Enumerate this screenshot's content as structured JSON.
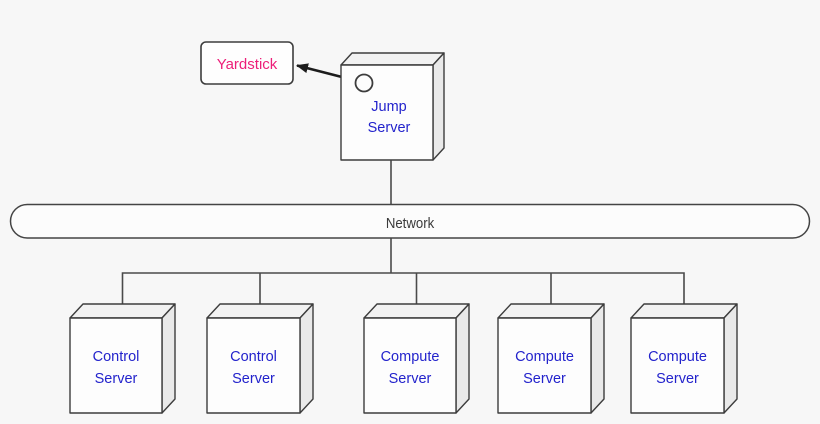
{
  "background_color": "#f7f7f7",
  "diagram": {
    "yardstick": {
      "label": "Yardstick",
      "text_color": "#ed1e79"
    },
    "jump_server": {
      "line1": "Jump",
      "line2": "Server",
      "text_color": "#2323cc"
    },
    "network": {
      "label": "Network",
      "text_color": "#3a3a3a"
    },
    "servers": [
      {
        "id": "control-server-1",
        "line1": "Control",
        "line2": "Server"
      },
      {
        "id": "control-server-2",
        "line1": "Control",
        "line2": "Server"
      },
      {
        "id": "compute-server-1",
        "line1": "Compute",
        "line2": "Server"
      },
      {
        "id": "compute-server-2",
        "line1": "Compute",
        "line2": "Server"
      },
      {
        "id": "compute-server-3",
        "line1": "Compute",
        "line2": "Server"
      }
    ],
    "server_text_color": "#2323cc",
    "colors": {
      "node_fill_front": "#fdfdfd",
      "node_fill_top": "#f2f2f2",
      "node_fill_side": "#e9e9e9",
      "node_stroke": "#3d3d3d",
      "connector": "#4a4a4a",
      "arrow": "#1c1c1c"
    }
  }
}
